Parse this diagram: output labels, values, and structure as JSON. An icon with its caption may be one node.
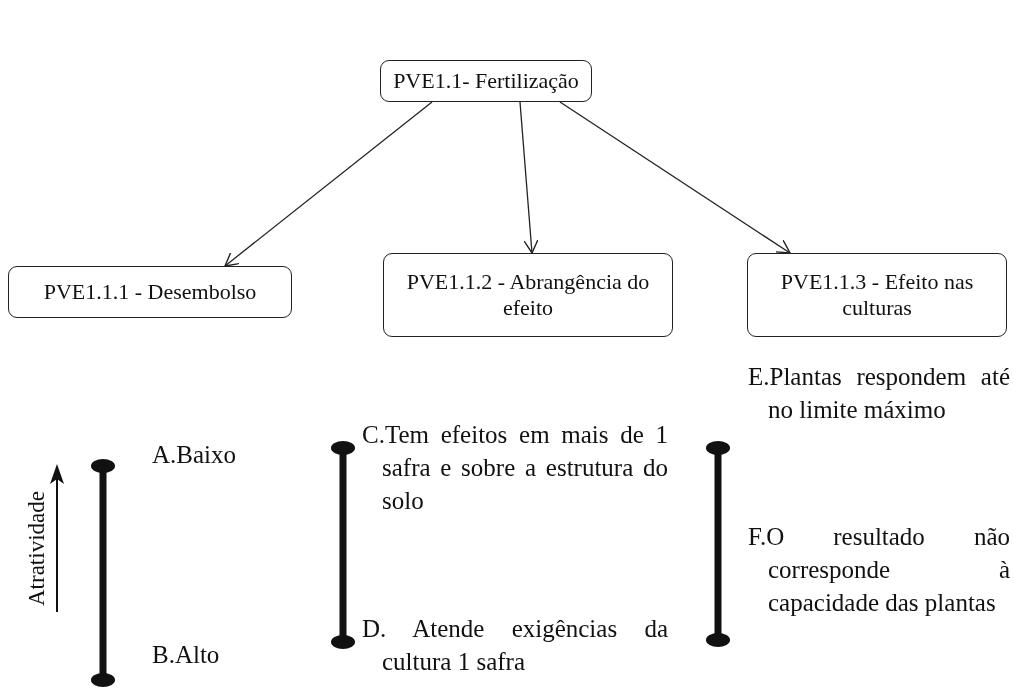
{
  "diagram": {
    "nodes": [
      {
        "text": [
          "PVE1.1- Fertilização"
        ]
      },
      {
        "text": [
          "PVE1.1.1 - Desembolso"
        ]
      },
      {
        "text": [
          "PVE1.1.2 - Abrangência do efeito"
        ]
      },
      {
        "text": [
          "PVE1.1.3 - Efeito nas culturas"
        ]
      }
    ],
    "edges": [
      {
        "from": 0,
        "to": 1,
        "arrow": "to"
      },
      {
        "from": 0,
        "to": 2,
        "arrow": "to"
      },
      {
        "from": 0,
        "to": 3,
        "arrow": "to"
      }
    ],
    "labels": [
      "Atratividade",
      "A.Baixo",
      "B.Alto",
      "C.Tem efeitos em mais de 1 safra e sobre a estrutura do solo",
      "D. Atende exigências da cultura 1 safra",
      "E.Plantas respondem até no limite máximo",
      "F.O resultado não corresponde à capacidade das plantas"
    ]
  }
}
